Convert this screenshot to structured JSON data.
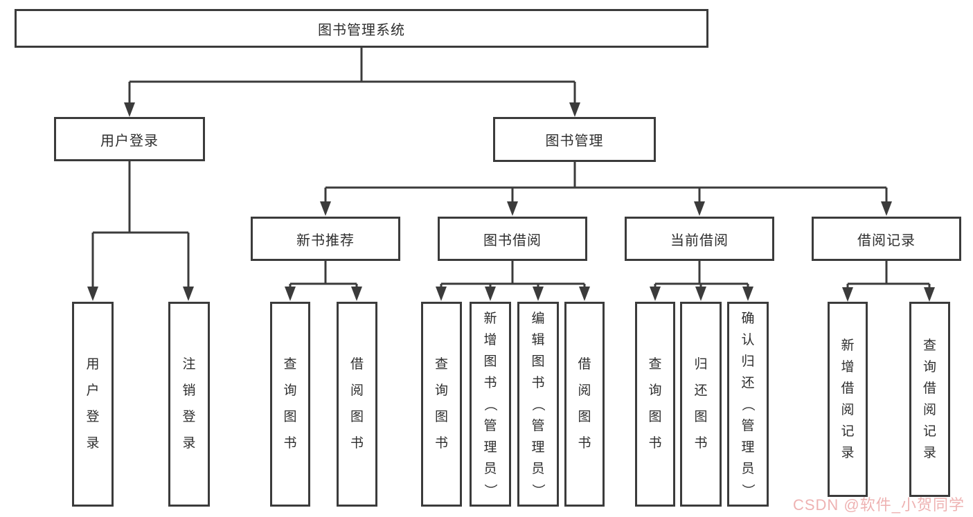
{
  "tree": {
    "label": "图书管理系统",
    "children": [
      {
        "label": "用户登录",
        "children": [
          {
            "label": "用户登录"
          },
          {
            "label": "注销登录"
          }
        ]
      },
      {
        "label": "图书管理",
        "children": [
          {
            "label": "新书推荐",
            "children": [
              {
                "label": "查询图书"
              },
              {
                "label": "借阅图书"
              }
            ]
          },
          {
            "label": "图书借阅",
            "children": [
              {
                "label": "查询图书"
              },
              {
                "label": "新增图书（管理员）"
              },
              {
                "label": "编辑图书（管理员）"
              },
              {
                "label": "借阅图书"
              }
            ]
          },
          {
            "label": "当前借阅",
            "children": [
              {
                "label": "查询图书"
              },
              {
                "label": "归还图书"
              },
              {
                "label": "确认归还（管理员）"
              }
            ]
          },
          {
            "label": "借阅记录",
            "children": [
              {
                "label": "新增借阅记录"
              },
              {
                "label": "查询借阅记录"
              }
            ]
          }
        ]
      }
    ]
  },
  "watermark": {
    "text": "CSDN @软件_小贺同学",
    "color": "#e48282"
  },
  "colors": {
    "line": "#3b3b3b",
    "text": "#2e2e2e",
    "background": "#ffffff"
  }
}
